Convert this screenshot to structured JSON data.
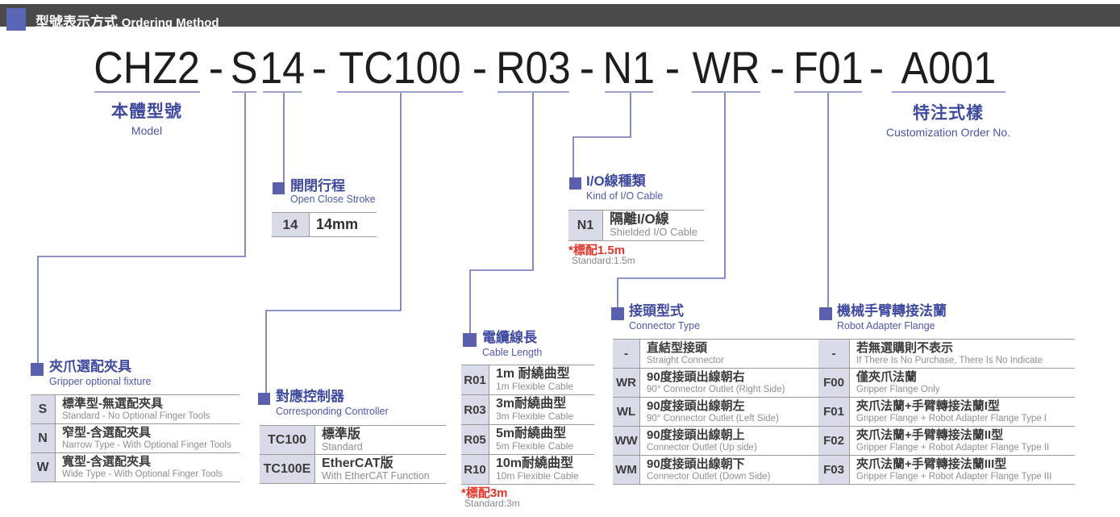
{
  "header": {
    "title_zh": "型號表示方式",
    "title_en": "Ordering Method"
  },
  "model": {
    "segments": [
      "CHZ2",
      "S",
      "14",
      "TC100",
      "R03",
      "N1",
      "WR",
      "F01",
      "A001"
    ],
    "hyphen": "-"
  },
  "model_label": {
    "zh": "本體型號",
    "en": "Model"
  },
  "custom_label": {
    "zh": "特注式樣",
    "en": "Customization Order No."
  },
  "blocks": {
    "stroke": {
      "zh": "開閉行程",
      "en": "Open Close Stroke",
      "rows": [
        {
          "code": "14",
          "text": "14mm"
        }
      ]
    },
    "io": {
      "zh": "I/O線種類",
      "en": "Kind of I/O Cable",
      "rows": [
        {
          "code": "N1",
          "zh": "隔離I/O線",
          "en": "Shielded I/O Cable"
        }
      ],
      "note_red": "*標配1.5m",
      "note_gray": "Standard:1.5m"
    },
    "gripper": {
      "zh": "夾爪選配夾具",
      "en": "Gripper optional fixture",
      "rows": [
        {
          "code": "S",
          "zh": "標準型-無選配夾具",
          "en": "Standard - No Optional Finger Tools"
        },
        {
          "code": "N",
          "zh": "窄型-含選配夾具",
          "en": "Narrow Type - With Optional Finger Tools"
        },
        {
          "code": "W",
          "zh": "寬型-含選配夾具",
          "en": "Wide Type - With Optional Finger Tools"
        }
      ]
    },
    "controller": {
      "zh": "對應控制器",
      "en": "Corresponding Controller",
      "rows": [
        {
          "code": "TC100",
          "zh": "標準版",
          "en": "Standard"
        },
        {
          "code": "TC100E",
          "zh": "EtherCAT版",
          "en": "With EtherCAT Function"
        }
      ]
    },
    "cable": {
      "zh": "電纜線長",
      "en": "Cable Length",
      "rows": [
        {
          "code": "R01",
          "zh": "1m 耐繞曲型",
          "en": "1m Flexible Cable"
        },
        {
          "code": "R03",
          "zh": "3m耐繞曲型",
          "en": "3m Flexible Cable"
        },
        {
          "code": "R05",
          "zh": "5m耐繞曲型",
          "en": "5m Flexible Cable"
        },
        {
          "code": "R10",
          "zh": "10m耐繞曲型",
          "en": "10m Flexible Cable"
        }
      ],
      "note_red": "*標配3m",
      "note_gray": "Standard:3m"
    },
    "connector": {
      "zh": "接頭型式",
      "en": "Connector Type",
      "rows": [
        {
          "code": "-",
          "zh": "直結型接頭",
          "en": "Straight Connector"
        },
        {
          "code": "WR",
          "zh": "90度接頭出線朝右",
          "en": "90° Connector Outlet (Right Side)"
        },
        {
          "code": "WL",
          "zh": "90度接頭出線朝左",
          "en": "90° Connector Outlet (Left Side)"
        },
        {
          "code": "WW",
          "zh": "90度接頭出線朝上",
          "en": "Connector Outlet (Up side)"
        },
        {
          "code": "WM",
          "zh": "90度接頭出線朝下",
          "en": "Connector Outlet (Down Side)"
        }
      ]
    },
    "flange": {
      "zh": "機械手臂轉接法蘭",
      "en": "Robot Adapter Flange",
      "rows": [
        {
          "code": "-",
          "zh": "若無選購則不表示",
          "en": "If There Is No Purchase, There Is No Indicate"
        },
        {
          "code": "F00",
          "zh": "僅夾爪法蘭",
          "en": "Gripper Flange Only"
        },
        {
          "code": "F01",
          "zh": "夾爪法蘭+手臂轉接法蘭I型",
          "en": "Gripper Flange + Robot Adapter Flange Type I"
        },
        {
          "code": "F02",
          "zh": "夾爪法蘭+手臂轉接法蘭II型",
          "en": "Gripper Flange + Robot Adapter Flange Type II"
        },
        {
          "code": "F03",
          "zh": "夾爪法蘭+手臂轉接法蘭III型",
          "en": "Gripper Flange + Robot Adapter Flange Type III"
        }
      ]
    }
  },
  "colors": {
    "accent": "#5a5fae",
    "wire": "#6b70b4",
    "red": "#e53328",
    "bar": "#4a4a4a"
  }
}
